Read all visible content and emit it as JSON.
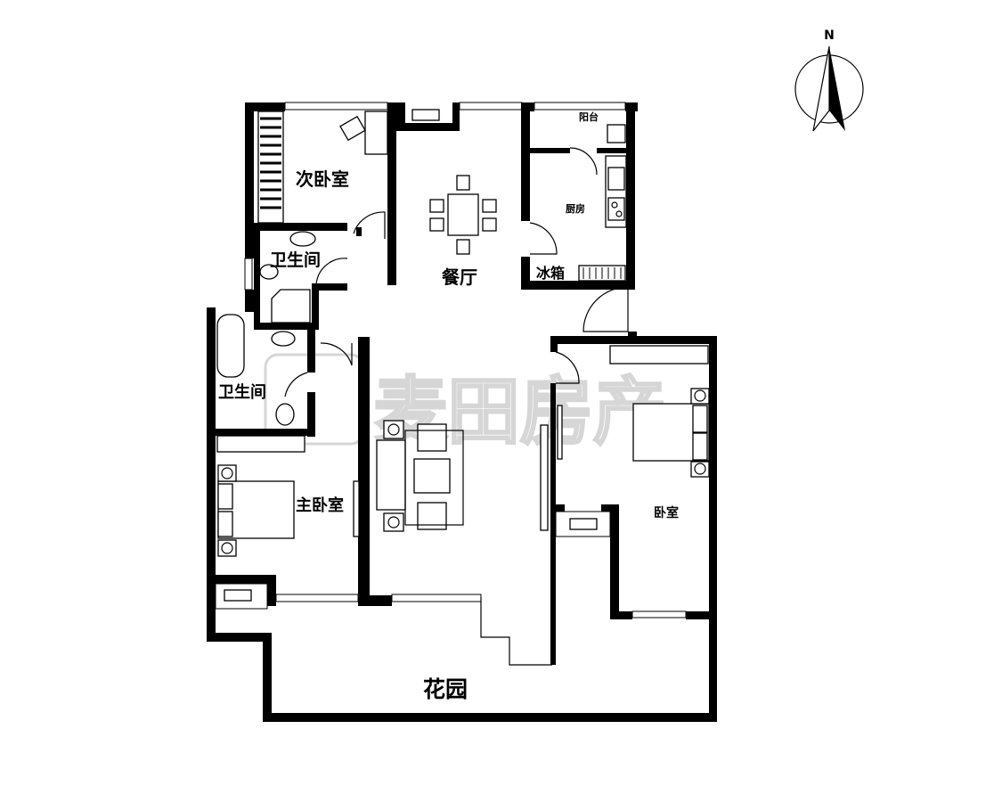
{
  "compass": {
    "label": "N"
  },
  "rooms": {
    "second_bedroom": "次卧室",
    "dining": "餐厅",
    "balcony": "阳台",
    "kitchen": "厨房",
    "fridge": "冰箱",
    "bathroom_1": "卫生间",
    "bathroom_2": "卫生间",
    "master_bedroom": "主卧室",
    "bedroom": "卧室",
    "garden": "花园"
  },
  "watermark": "麦田房产"
}
